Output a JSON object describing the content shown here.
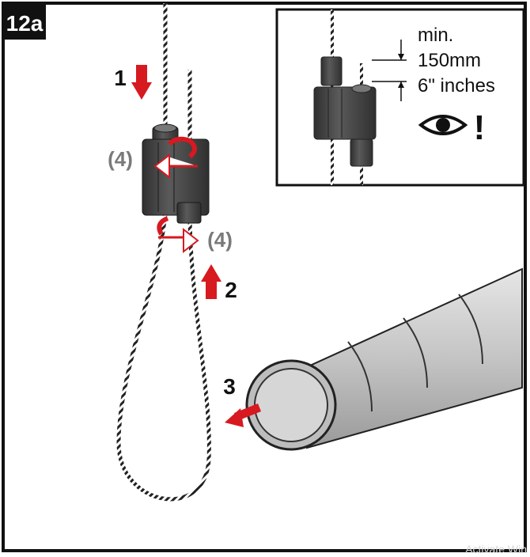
{
  "panel_label": "12a",
  "steps": {
    "step1": "1",
    "step2": "2",
    "step3": "3",
    "rotate_upper": "(4)",
    "rotate_lower": "(4)"
  },
  "inset": {
    "line1": "min.",
    "line2": "150mm",
    "line3": "6\" inches",
    "warning_mark": "!"
  },
  "watermark": "Activate Win",
  "colors": {
    "accent_red": "#d71920",
    "frame": "#111111",
    "gripper": "#4a4a4a",
    "tube": "#c9c9c9",
    "label_grey": "#7a7a7a"
  },
  "icons": [
    "eye-icon",
    "warning-icon",
    "arrow-down-icon",
    "arrow-up-icon",
    "rotate-arrow-icon"
  ]
}
